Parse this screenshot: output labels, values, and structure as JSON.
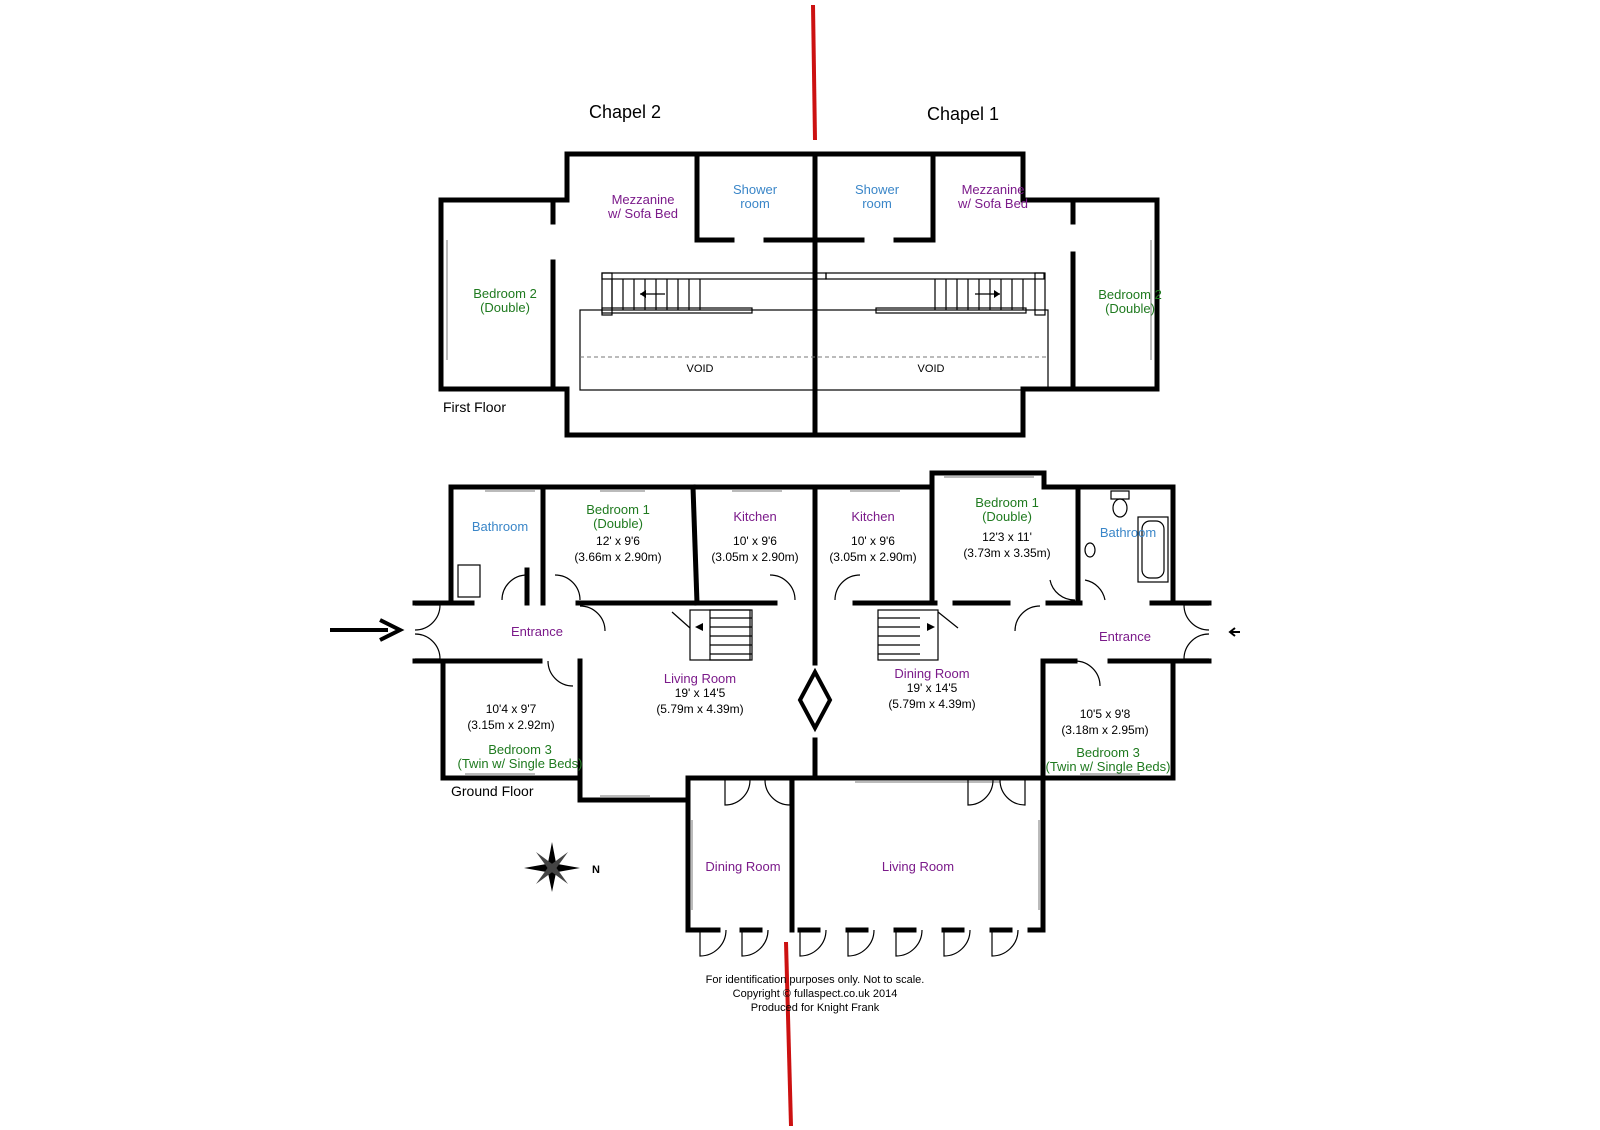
{
  "colors": {
    "green": "#1f7a1f",
    "purple": "#7b1a8a",
    "blue": "#3a86c8",
    "red": "#cc1111",
    "black": "#000000"
  },
  "titles": {
    "chapel2": "Chapel 2",
    "chapel1": "Chapel 1"
  },
  "first_floor": {
    "label": "First Floor",
    "chapel2": {
      "mezzanine": [
        "Mezzanine",
        "w/ Sofa Bed"
      ],
      "shower": [
        "Shower",
        "room"
      ],
      "bedroom2": [
        "Bedroom 2",
        "(Double)"
      ],
      "void": "VOID"
    },
    "chapel1": {
      "mezzanine": [
        "Mezzanine",
        "w/ Sofa Bed"
      ],
      "shower": [
        "Shower",
        "room"
      ],
      "bedroom2": [
        "Bedroom 2",
        "(Double)"
      ],
      "void": "VOID"
    }
  },
  "ground_floor": {
    "label": "Ground Floor",
    "chapel2": {
      "bathroom": "Bathroom",
      "bedroom1": {
        "name": "Bedroom 1",
        "type": "(Double)",
        "dim": "12' x 9'6",
        "dim_m": "(3.66m x 2.90m)"
      },
      "kitchen": {
        "name": "Kitchen",
        "dim": "10' x 9'6",
        "dim_m": "(3.05m x 2.90m)"
      },
      "entrance": "Entrance",
      "living": {
        "name": "Living Room",
        "dim": "19' x 14'5",
        "dim_m": "(5.79m x 4.39m)"
      },
      "bedroom3": {
        "dim": "10'4 x 9'7",
        "dim_m": "(3.15m x 2.92m)",
        "name": "Bedroom 3",
        "type": "(Twin w/ Single Beds)"
      },
      "dining": "Dining Room"
    },
    "chapel1": {
      "bathroom": "Bathroom",
      "bedroom1": {
        "name": "Bedroom 1",
        "type": "(Double)",
        "dim": "12'3 x 11'",
        "dim_m": "(3.73m x 3.35m)"
      },
      "kitchen": {
        "name": "Kitchen",
        "dim": "10' x 9'6",
        "dim_m": "(3.05m x 2.90m)"
      },
      "entrance": "Entrance",
      "dining": {
        "name": "Dining Room",
        "dim": "19' x 14'5",
        "dim_m": "(5.79m x 4.39m)"
      },
      "bedroom3": {
        "dim": "10'5 x 9'8",
        "dim_m": "(3.18m x 2.95m)",
        "name": "Bedroom 3",
        "type": "(Twin w/ Single Beds)"
      },
      "living": "Living Room"
    }
  },
  "compass": {
    "label": "N",
    "icon": "compass-rose-icon"
  },
  "footer": {
    "line1": "For identification purposes only. Not to scale.",
    "line2": "Copyright © fullaspect.co.uk 2014",
    "line3": "Produced for Knight Frank"
  }
}
